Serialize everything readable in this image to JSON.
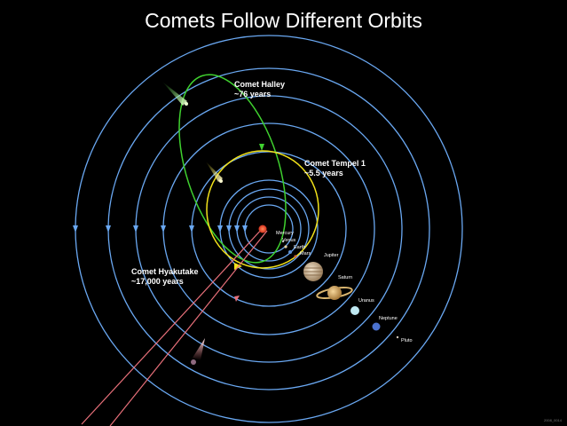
{
  "title": "Comets Follow Different Orbits",
  "comets": [
    {
      "name": "Comet Halley",
      "period": "~76 years",
      "color": "#3fd12f"
    },
    {
      "name": "Comet Tempel 1",
      "period": "~5.5 years",
      "color": "#f2e21a"
    },
    {
      "name": "Comet Hyakutake",
      "period": "~17,000 years",
      "color": "#e8707a"
    }
  ],
  "planets": [
    "Mercury",
    "Venus",
    "Earth",
    "Mars",
    "Jupiter",
    "Saturn",
    "Uranus",
    "Neptune",
    "Pluto"
  ],
  "colors": {
    "background": "#000000",
    "orbit": "#6aa8f2",
    "sun": "#e8492e",
    "text": "#ffffff"
  },
  "credit": "2008_0014"
}
